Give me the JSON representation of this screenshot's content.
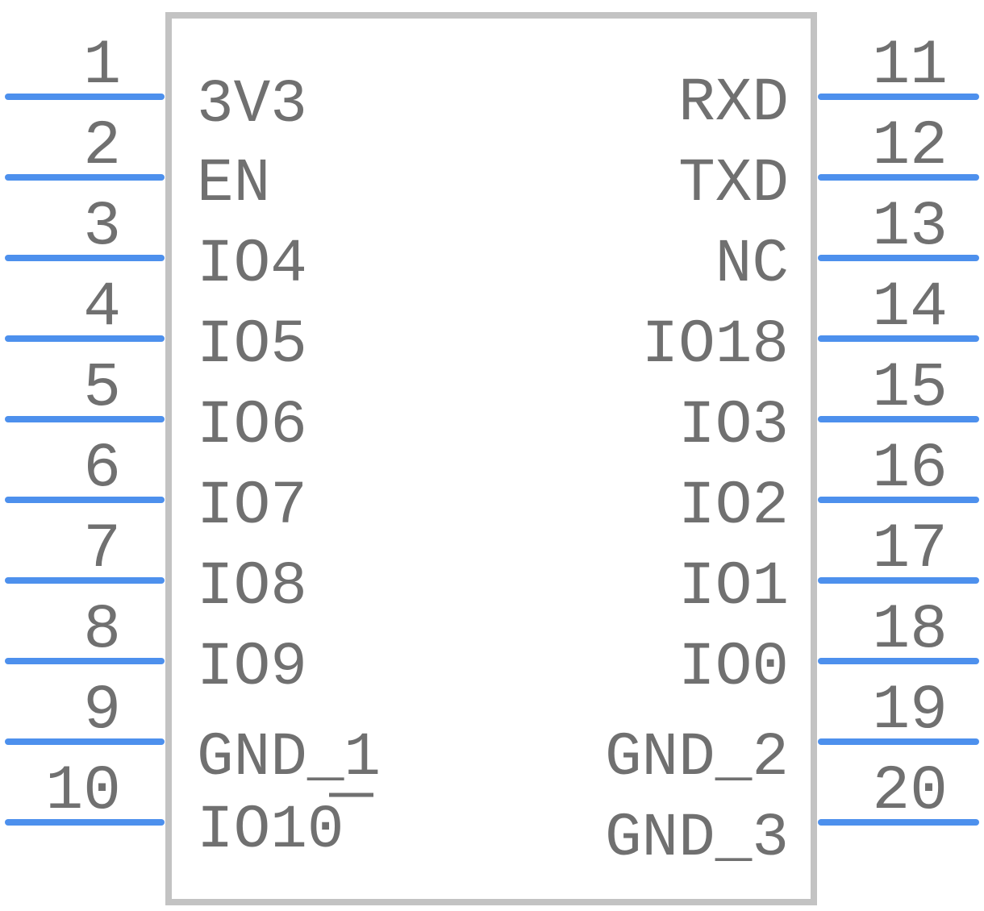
{
  "component": {
    "pin_color": "#4d90ed",
    "body_stroke_color": "#c3c3c3",
    "text_color": "#707070"
  },
  "left_pins": [
    {
      "number": "1",
      "name": "3V3"
    },
    {
      "number": "2",
      "name": "EN"
    },
    {
      "number": "3",
      "name": "IO4"
    },
    {
      "number": "4",
      "name": "IO5"
    },
    {
      "number": "5",
      "name": "IO6"
    },
    {
      "number": "6",
      "name": "IO7"
    },
    {
      "number": "7",
      "name": "IO8"
    },
    {
      "number": "8",
      "name": "IO9"
    },
    {
      "number": "9",
      "name": "GND_1"
    },
    {
      "number": "10",
      "name": "IO10"
    }
  ],
  "right_pins": [
    {
      "number": "11",
      "name": "RXD"
    },
    {
      "number": "12",
      "name": "TXD"
    },
    {
      "number": "13",
      "name": "NC"
    },
    {
      "number": "14",
      "name": "IO18"
    },
    {
      "number": "15",
      "name": "IO3"
    },
    {
      "number": "16",
      "name": "IO2"
    },
    {
      "number": "17",
      "name": "IO1"
    },
    {
      "number": "18",
      "name": "IO0"
    },
    {
      "number": "19",
      "name": "GND_2"
    },
    {
      "number": "20",
      "name": "GND_3"
    }
  ]
}
